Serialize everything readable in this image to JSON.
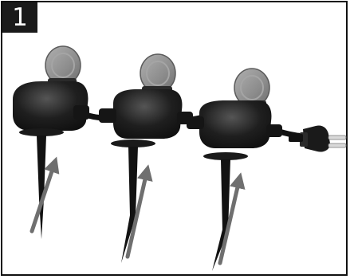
{
  "step": {
    "number": "1"
  },
  "colors": {
    "frame": "#111111",
    "badge_bg": "#1a1a1a",
    "badge_text": "#ffffff",
    "socket_body": "#1c1c1c",
    "socket_lid": "#8a8a8a",
    "spike": "#121212",
    "arrow": "#6f6f6f",
    "cable": "#111111",
    "plug_pins": "#d9d9d9"
  },
  "illustration": {
    "sockets": [
      {
        "name": "socket-1"
      },
      {
        "name": "socket-2"
      },
      {
        "name": "socket-3"
      }
    ],
    "spike_count": 3,
    "arrow_direction": "up"
  }
}
